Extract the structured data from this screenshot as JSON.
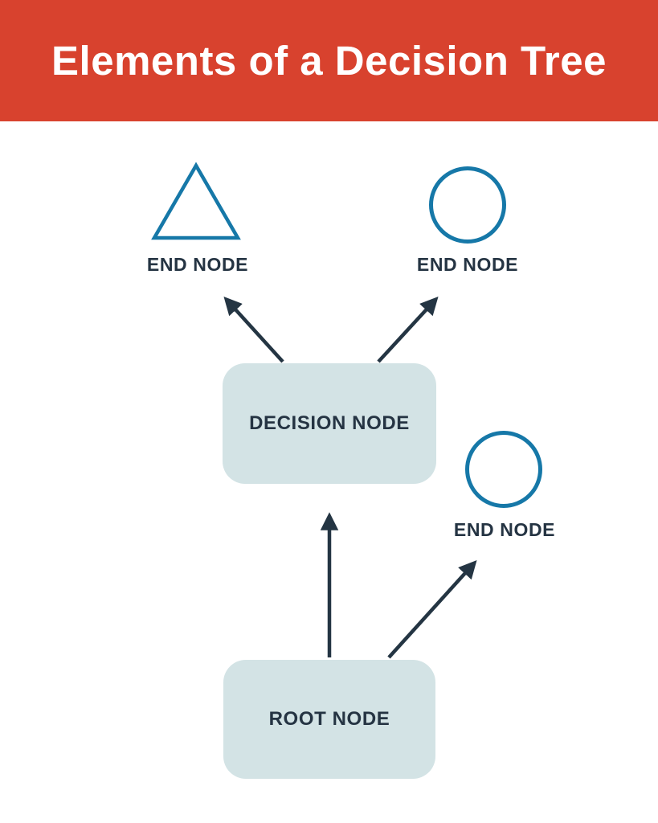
{
  "header": {
    "title": "Elements of a Decision Tree",
    "background_color": "#d8422e",
    "text_color": "#ffffff"
  },
  "colors": {
    "shape_outline": "#1678a8",
    "box_fill": "#d3e3e5",
    "arrow": "#243543",
    "label_text": "#253443"
  },
  "nodes": [
    {
      "id": "end-node-triangle",
      "label": "END NODE",
      "shape": "triangle"
    },
    {
      "id": "end-node-circle-top",
      "label": "END NODE",
      "shape": "circle"
    },
    {
      "id": "decision-node",
      "label": "DECISION NODE",
      "shape": "rounded-rectangle"
    },
    {
      "id": "end-node-circle-right",
      "label": "END NODE",
      "shape": "circle"
    },
    {
      "id": "root-node",
      "label": "ROOT NODE",
      "shape": "rounded-rectangle"
    }
  ],
  "edges": [
    {
      "from": "decision-node",
      "to": "end-node-triangle"
    },
    {
      "from": "decision-node",
      "to": "end-node-circle-top"
    },
    {
      "from": "root-node",
      "to": "decision-node"
    },
    {
      "from": "root-node",
      "to": "end-node-circle-right"
    }
  ]
}
